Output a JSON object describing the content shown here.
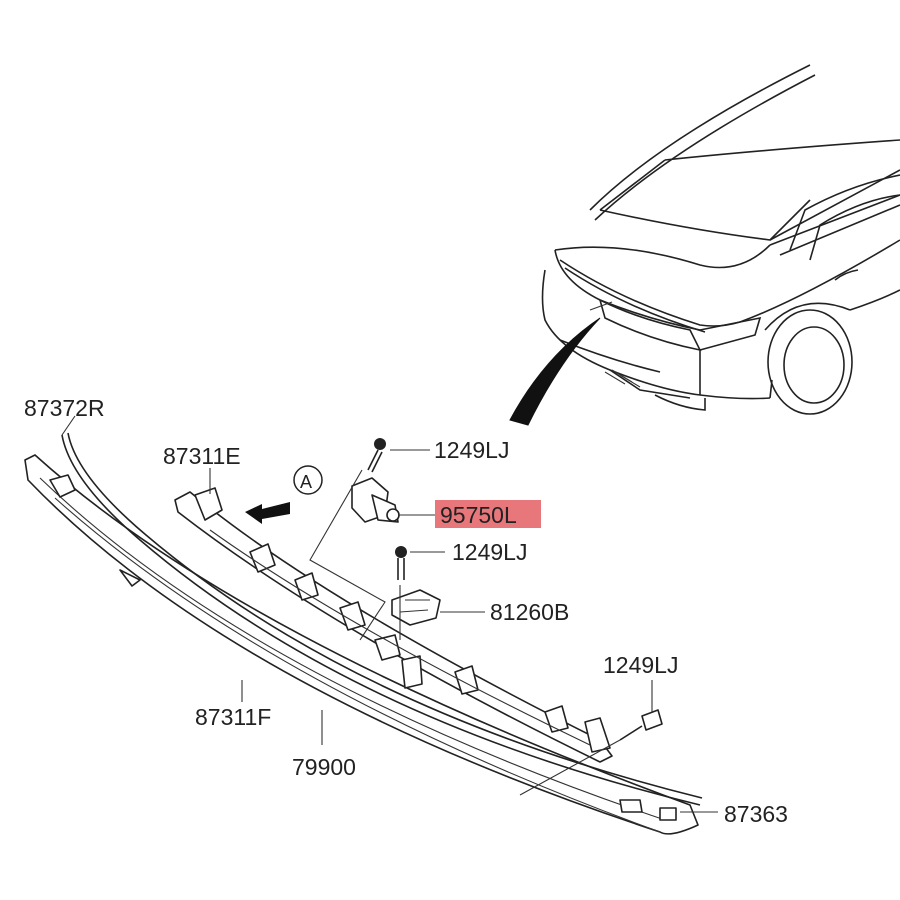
{
  "labels": {
    "p87372R": "87372R",
    "p87311E": "87311E",
    "pA": "A",
    "p1249LJ_top": "1249LJ",
    "p95750L": "95750L",
    "p1249LJ_mid": "1249LJ",
    "p81260B": "81260B",
    "p1249LJ_right": "1249LJ",
    "p87311F": "87311F",
    "p79900": "79900",
    "p87363": "87363"
  },
  "colors": {
    "highlight": "#e8777c",
    "line": "#222222"
  },
  "icons": {
    "view_arrow": "arrow-left-icon",
    "section_marker": "circled-letter-icon"
  }
}
